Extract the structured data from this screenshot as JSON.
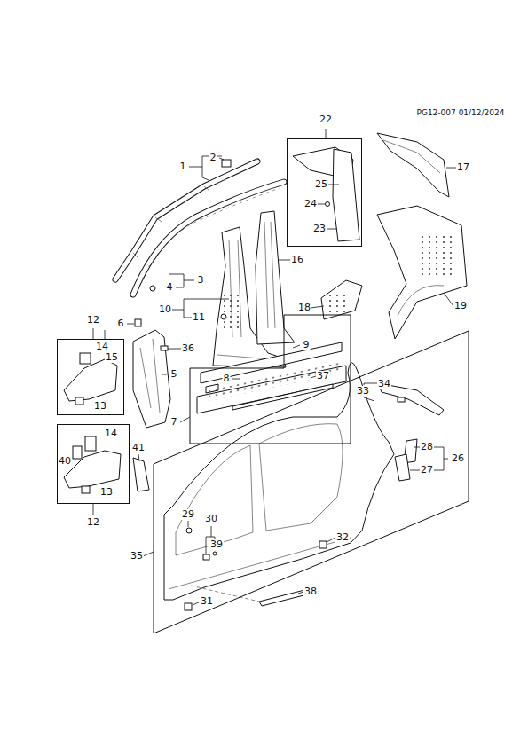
{
  "diagram": {
    "nodes": [
      {
        "text": [
          "12",
          "14",
          "15",
          "13"
        ]
      },
      {
        "text": [
          "14",
          "40",
          "13",
          "12"
        ]
      },
      {
        "text": [
          "22",
          "25",
          "24",
          "23"
        ]
      },
      {
        "text": [
          "7",
          "9",
          "8",
          "37"
        ]
      },
      {
        "text": [
          "35",
          "33",
          "34",
          "28",
          "26",
          "27",
          "29",
          "30",
          "39",
          "32",
          "31",
          "38"
        ]
      }
    ],
    "labels": [
      "PG12-007 01/12/2024",
      "1",
      "2",
      "3",
      "4",
      "10",
      "11",
      "16",
      "17",
      "18",
      "19",
      "6",
      "36",
      "5",
      "41"
    ]
  }
}
